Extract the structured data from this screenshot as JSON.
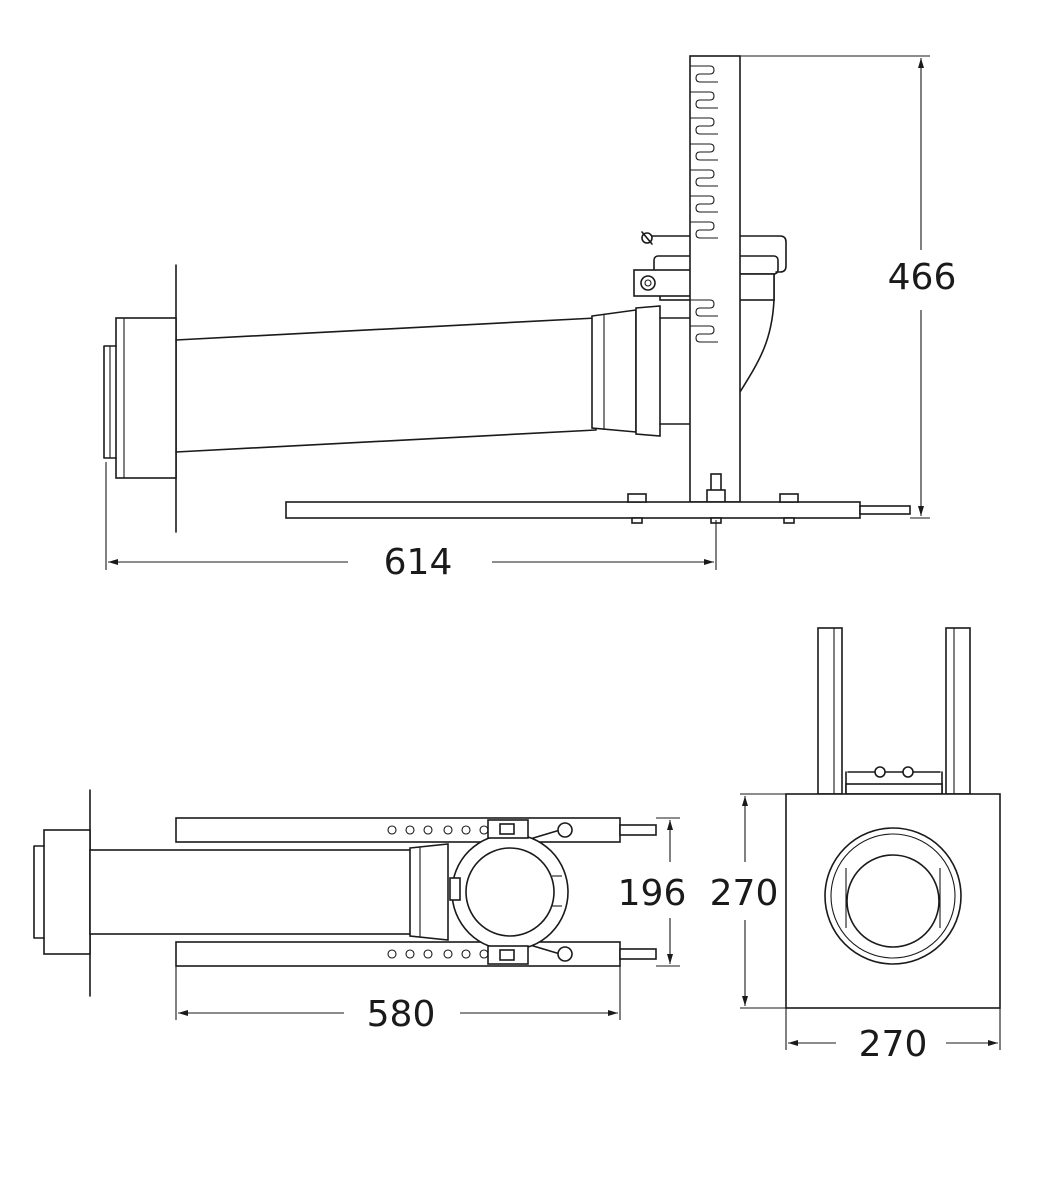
{
  "dimensions": {
    "side_height": "466",
    "side_length": "614",
    "top_width": "196",
    "top_length": "580",
    "front_height": "270",
    "front_width": "270"
  }
}
